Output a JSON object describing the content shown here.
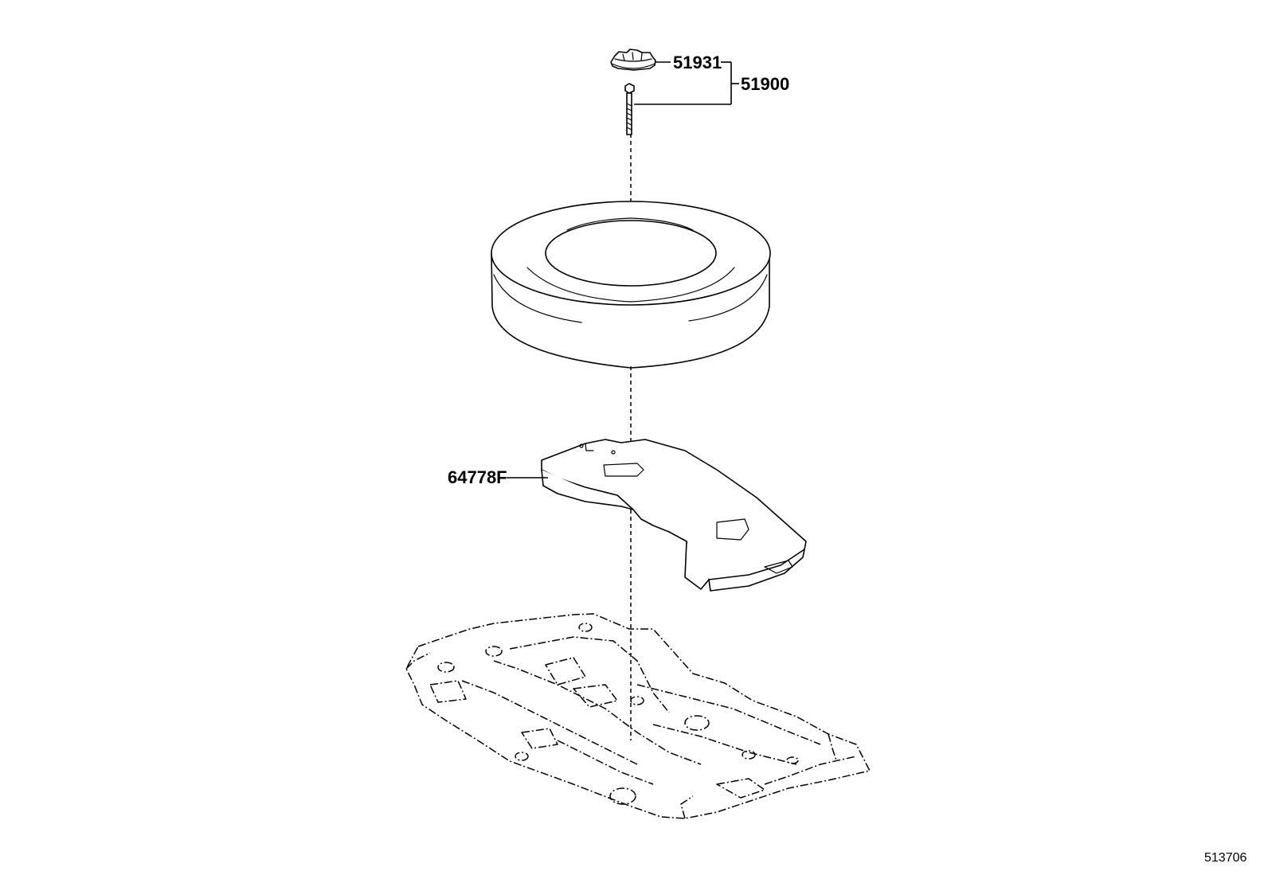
{
  "callouts": {
    "cap": "51931",
    "assembly": "51900",
    "spacer": "64778F"
  },
  "figure_number": "513706",
  "parts": [
    {
      "id": "hold-down-cap",
      "callout": "51931"
    },
    {
      "id": "hold-down-bolt",
      "callout": "51900"
    },
    {
      "id": "spare-tire",
      "callout": ""
    },
    {
      "id": "spare-tire-spacer",
      "callout": "64778F"
    },
    {
      "id": "rear-floor-pan",
      "callout": ""
    }
  ],
  "colors": {
    "line": "#000000",
    "background": "#ffffff"
  }
}
